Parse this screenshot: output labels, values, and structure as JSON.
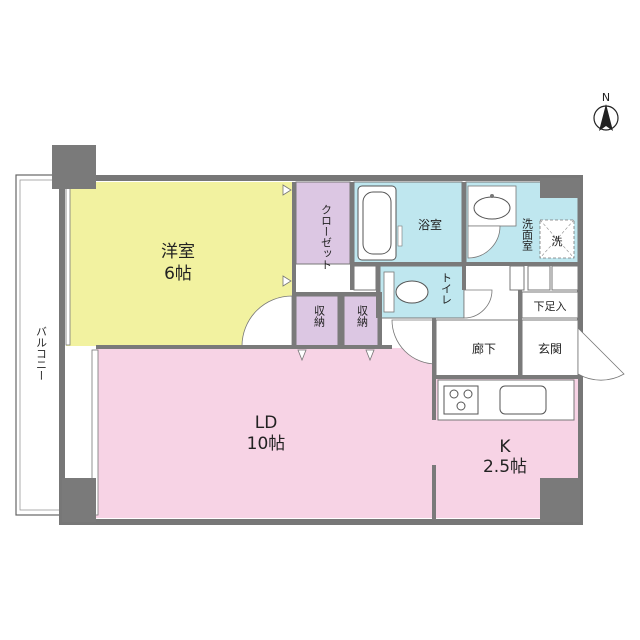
{
  "rooms": {
    "western_room": {
      "name": "洋室",
      "size": "6帖",
      "color": "#f2f2a0"
    },
    "closet": {
      "name": "クローゼット",
      "color": "#dcc7e3"
    },
    "storage1": {
      "name": "収納",
      "color": "#dcc7e3"
    },
    "storage2": {
      "name": "収納",
      "color": "#dcc7e3"
    },
    "bathroom": {
      "name": "浴室",
      "color": "#bfe7ef"
    },
    "washroom": {
      "name": "洗面室",
      "color": "#bfe7ef"
    },
    "washer": {
      "name": "洗"
    },
    "toilet": {
      "name": "トイレ",
      "color": "#bfe7ef"
    },
    "hallway": {
      "name": "廊下",
      "color": "#ffffff"
    },
    "shoe_storage": {
      "name": "下足入"
    },
    "entrance": {
      "name": "玄関",
      "color": "#ffffff"
    },
    "living_dining": {
      "name": "LD",
      "size": "10帖",
      "color": "#f7d3e5"
    },
    "kitchen": {
      "name": "K",
      "size": "2.5帖",
      "color": "#f7d3e5"
    },
    "balcony": {
      "name": "バルコニー"
    }
  },
  "compass": {
    "label": "N"
  }
}
